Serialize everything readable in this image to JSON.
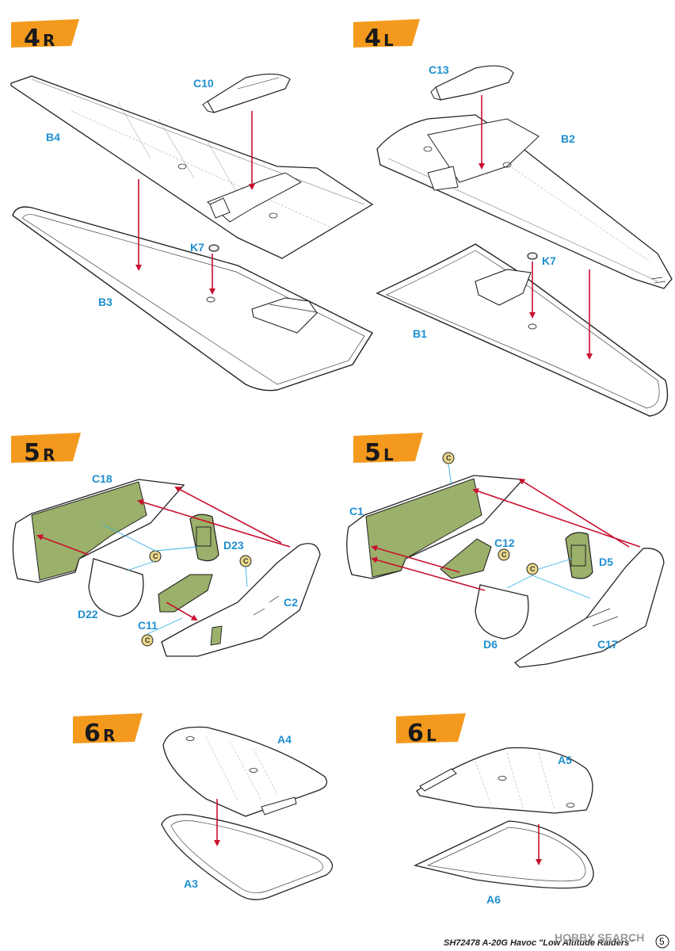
{
  "colors": {
    "step_flag": "#f39a1e",
    "part_label": "#1e8fd0",
    "arrow": "#c8102e",
    "interior_green": "#9bb06a",
    "glue_icon": "#e8d68a",
    "leader_line": "#35b3e6"
  },
  "steps": {
    "s4r": {
      "num": "4",
      "side": "R"
    },
    "s4l": {
      "num": "4",
      "side": "L"
    },
    "s5r": {
      "num": "5",
      "side": "R"
    },
    "s5l": {
      "num": "5",
      "side": "L"
    },
    "s6r": {
      "num": "6",
      "side": "R"
    },
    "s6l": {
      "num": "6",
      "side": "L"
    }
  },
  "parts": {
    "c10": "C10",
    "b4": "B4",
    "k7_r": "K7",
    "b3": "B3",
    "c13": "C13",
    "b2": "B2",
    "k7_l": "K7",
    "b1": "B1",
    "c18": "C18",
    "d23": "D23",
    "c2": "C2",
    "d22": "D22",
    "c11": "C11",
    "c1": "C1",
    "c12": "C12",
    "d5": "D5",
    "d6": "D6",
    "c17": "C17",
    "a4": "A4",
    "a3": "A3",
    "a5": "A5",
    "a6": "A6"
  },
  "glue_letter": "C",
  "footer": {
    "code": "SH72478  A-20G Havoc \"Low Altitude Raiders\"",
    "page": "5",
    "brand": "HOBBY SEARCH"
  }
}
